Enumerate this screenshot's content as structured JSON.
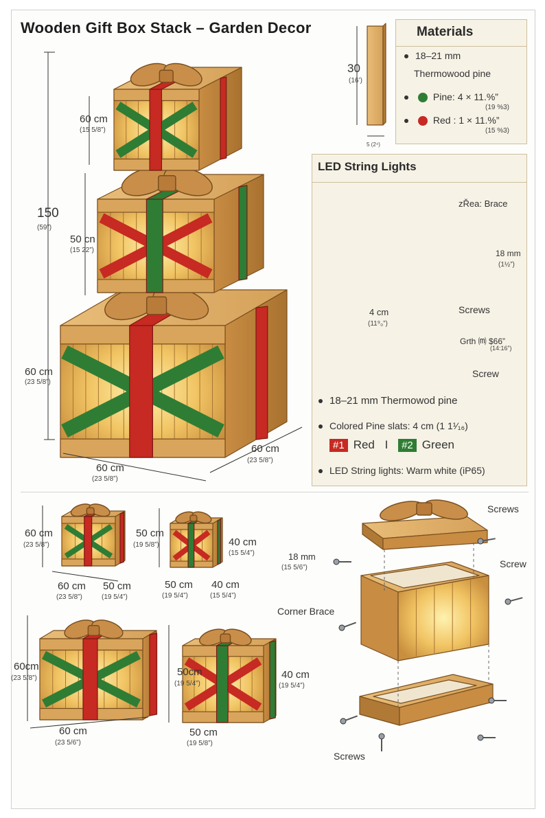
{
  "title": "Wooden Gift Box  Stack – Garden Decor",
  "colors": {
    "wood": "#d9a55c",
    "wood_dark": "#b07a36",
    "red": "#c62a22",
    "green": "#2f7d34",
    "glow": "#f6d47a",
    "panel": "#f6f2e6"
  },
  "stack": {
    "height_total": "150",
    "height_total_in": "(59”)",
    "top_box": "60 cm",
    "top_box_in": "(15 5/8”)",
    "mid_box": "50 cn",
    "mid_box_in": "(15 22”)",
    "bottom_box": "60 cm",
    "bottom_box_in": "(23 5/8”)",
    "base_w": "60 cm",
    "base_w_in": "(23 5/8”)",
    "base_d": "60 cm",
    "base_d_in": "(23 5/8”)"
  },
  "slat": {
    "height": "30",
    "height_in": "(16’)",
    "width_label": "5 (2⁴)"
  },
  "materials": {
    "title": "Materials",
    "line1": "18–21 mm",
    "line2": "Thermowood pine",
    "pine": "Pine: 4 × 11.%”",
    "pine_sub": "(19 %3)",
    "red": "Red : 1 × 11.%”",
    "red_sub": "(15 %3)"
  },
  "led": {
    "title": "LED String Lights",
    "brace_label": "zŘea: Brace",
    "depth_label": "18 mm",
    "depth_label_in": "(1½”)",
    "width_label": "4 cm",
    "width_label_in": "(11⁹₀”)",
    "screws_label": "Screws",
    "grth_label": "Grth ⒨ $66”",
    "grth_sub": "(14:16”)",
    "screw_label": "Screw",
    "bullet1": "18–21 mm Thermowod pine",
    "bullet2": "Colored Pine slats: 4 cm (1 1¹⁄₁₆)",
    "tag1": "#1",
    "tag1_text": "Red",
    "sep": "I",
    "tag2": "#2",
    "tag2_text": "Green",
    "bullet3": "LED String lights: Warm white (iP65)"
  },
  "variants": [
    {
      "h": "60 cm",
      "h_in": "(23 5/8”)",
      "w": "60 cm",
      "w_in": "(23 5/8”)",
      "d": "50 cm",
      "d_in": "(19 5/4”)"
    },
    {
      "h": "50 cm",
      "h_in": "(19 5/8”)",
      "side": "40 cm",
      "side_in": "(15 5/4”)",
      "w": "50 cm",
      "w_in": "(19 5/4”)",
      "d": "40 cm",
      "d_in": "(15 5/4”)"
    },
    {
      "h": "60cm",
      "h_in": "(23 5/8”)",
      "w": "60 cm",
      "w_in": "(23 5/6”)"
    },
    {
      "h": "50cm",
      "h_in": "(19 5/4”)",
      "side": "40 cm",
      "side_in": "(19 5/4”)",
      "w": "50 cm",
      "w_in": "(19 5/8”)"
    }
  ],
  "exploded": {
    "screws_top": "Screws",
    "mm": "18 mm",
    "mm_in": "(15 5/6”)",
    "screw_right": "Screw",
    "corner_brace": "Corner Brace",
    "screws_bottom": "Screws"
  }
}
